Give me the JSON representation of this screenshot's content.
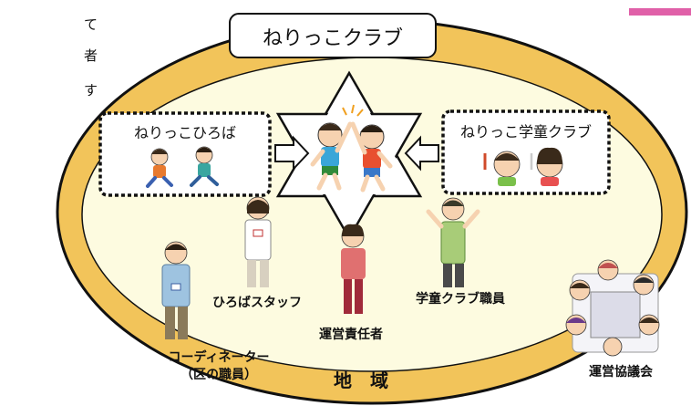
{
  "title": "ねりっこクラブ",
  "side_text": [
    "て",
    "者",
    "す"
  ],
  "boxes": {
    "left": "ねりっこひろば",
    "right": "ねりっこ学童クラブ"
  },
  "staff": {
    "hiroba": "ひろばスタッフ",
    "manager": "運営責任者",
    "gakudo": "学童クラブ職員",
    "coordinator_line1": "コーディネーター",
    "coordinator_line2": "（区の職員）"
  },
  "region": "地　域",
  "council": "運営協議会",
  "colors": {
    "outer_ring": "#f2c45a",
    "inner_area": "#fdfbe0",
    "accent_bar": "#e060a8",
    "outline": "#111111"
  }
}
